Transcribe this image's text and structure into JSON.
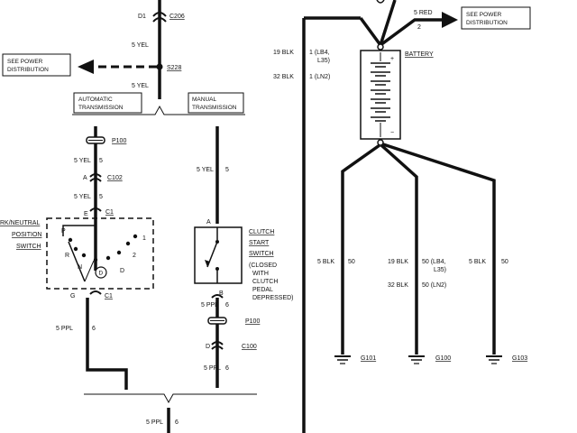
{
  "labels": {
    "d1": "D1",
    "c206": "C206",
    "yel5_top": "5 YEL",
    "yel5_mid": "5 YEL",
    "s228": "S228",
    "see_power_left_1": "SEE POWER",
    "see_power_left_2": "DISTRIBUTION",
    "auto_trans_1": "AUTOMATIC",
    "auto_trans_2": "TRANSMISSION",
    "manual_trans_1": "MANUAL",
    "manual_trans_2": "TRANSMISSION",
    "p100_left": "P100",
    "yel5_a": "5 YEL",
    "yel5_a_num": "5",
    "a_c102": "A",
    "c102": "C102",
    "yel5_b": "5 YEL",
    "yel5_b_num": "5",
    "e_c1": "E",
    "c1_top": "C1",
    "park_neutral_1": "RK/NEUTRAL",
    "park_neutral_2": "POSITION",
    "park_neutral_3": "SWITCH",
    "pos_p": "P",
    "pos_r": "R",
    "pos_n": "N",
    "pos_d": "D",
    "pos_1": "1",
    "pos_2": "2",
    "pos_d_circ": "D",
    "g_c1": "G",
    "c1_bot": "C1",
    "ppl5_left": "5 PPL",
    "ppl5_left_num": "6",
    "yel5_manual": "5 YEL",
    "yel5_manual_num": "5",
    "a_clutch": "A",
    "clutch_1": "CLUTCH",
    "clutch_2": "START",
    "clutch_3": "SWITCH",
    "clutch_4": "(CLOSED",
    "clutch_5": "WITH",
    "clutch_6": "CLUTCH",
    "clutch_7": "PEDAL",
    "clutch_8": "DEPRESSED)",
    "b_clutch": "B",
    "ppl5_m1": "5 PPL",
    "ppl5_m1_num": "6",
    "p100_right": "P100",
    "d_c100": "D",
    "c100": "C100",
    "ppl5_m2": "5 PPL",
    "ppl5_m2_num": "6",
    "ppl5_bottom": "5 PPL",
    "ppl5_bottom_num": "6",
    "red5": "5 RED",
    "red5_num": "2",
    "see_power_right_1": "SEE POWER",
    "see_power_right_2": "DISTRIBUTION",
    "blk19_top": "19 BLK",
    "blk19_top_num": "1 (LB4,",
    "blk19_top_num2": "L35)",
    "blk32_top": "32 BLK",
    "blk32_top_num": "1 (LN2)",
    "battery": "BATTERY",
    "plus": "+",
    "minus": "−",
    "blk5_left": "5 BLK",
    "blk5_left_num": "50",
    "blk19_mid": "19 BLK",
    "blk19_mid_num": "50 (LB4,",
    "blk19_mid_num2": "L35)",
    "blk32_mid": "32 BLK",
    "blk32_mid_num": "50 (LN2)",
    "blk5_right": "5 BLK",
    "blk5_right_num": "50",
    "g101": "G101",
    "g100": "G100",
    "g103": "G103"
  }
}
